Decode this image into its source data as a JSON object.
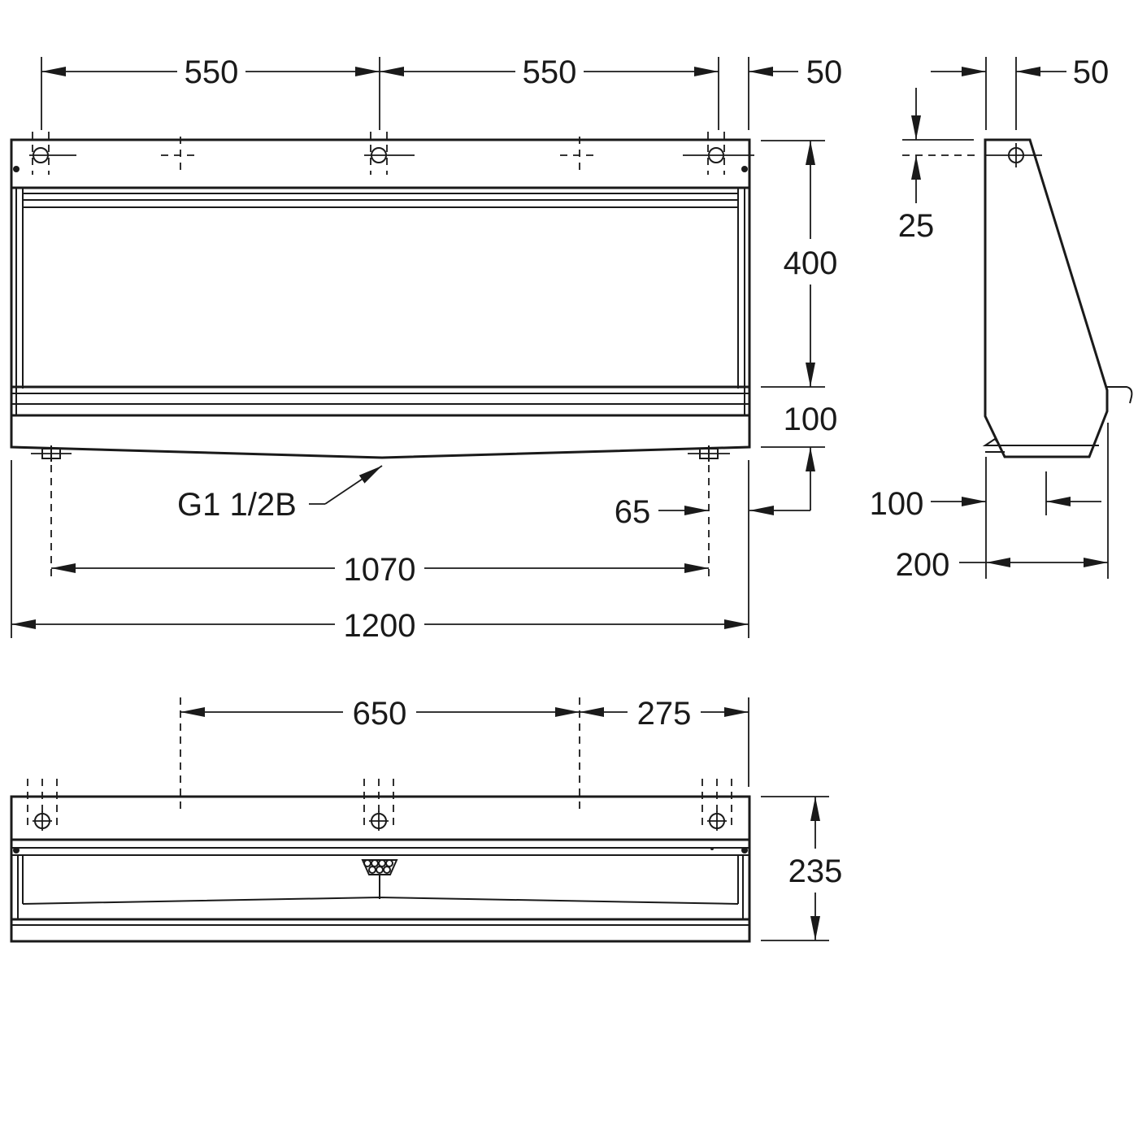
{
  "dimensions": {
    "front_top_left": "550",
    "front_top_right": "550",
    "front_top_edge": "50",
    "front_height": "400",
    "front_lower": "100",
    "outlet_label": "G1 1/2B",
    "outlet_offset": "65",
    "bracket_span": "1070",
    "overall_width": "1200",
    "side_top_offset": "50",
    "side_hole_offset": "25",
    "side_lower": "100",
    "side_depth": "200",
    "plan_center": "650",
    "plan_right": "275",
    "plan_height": "235"
  },
  "colors": {
    "line": "#1a1a1a",
    "background": "#ffffff"
  }
}
